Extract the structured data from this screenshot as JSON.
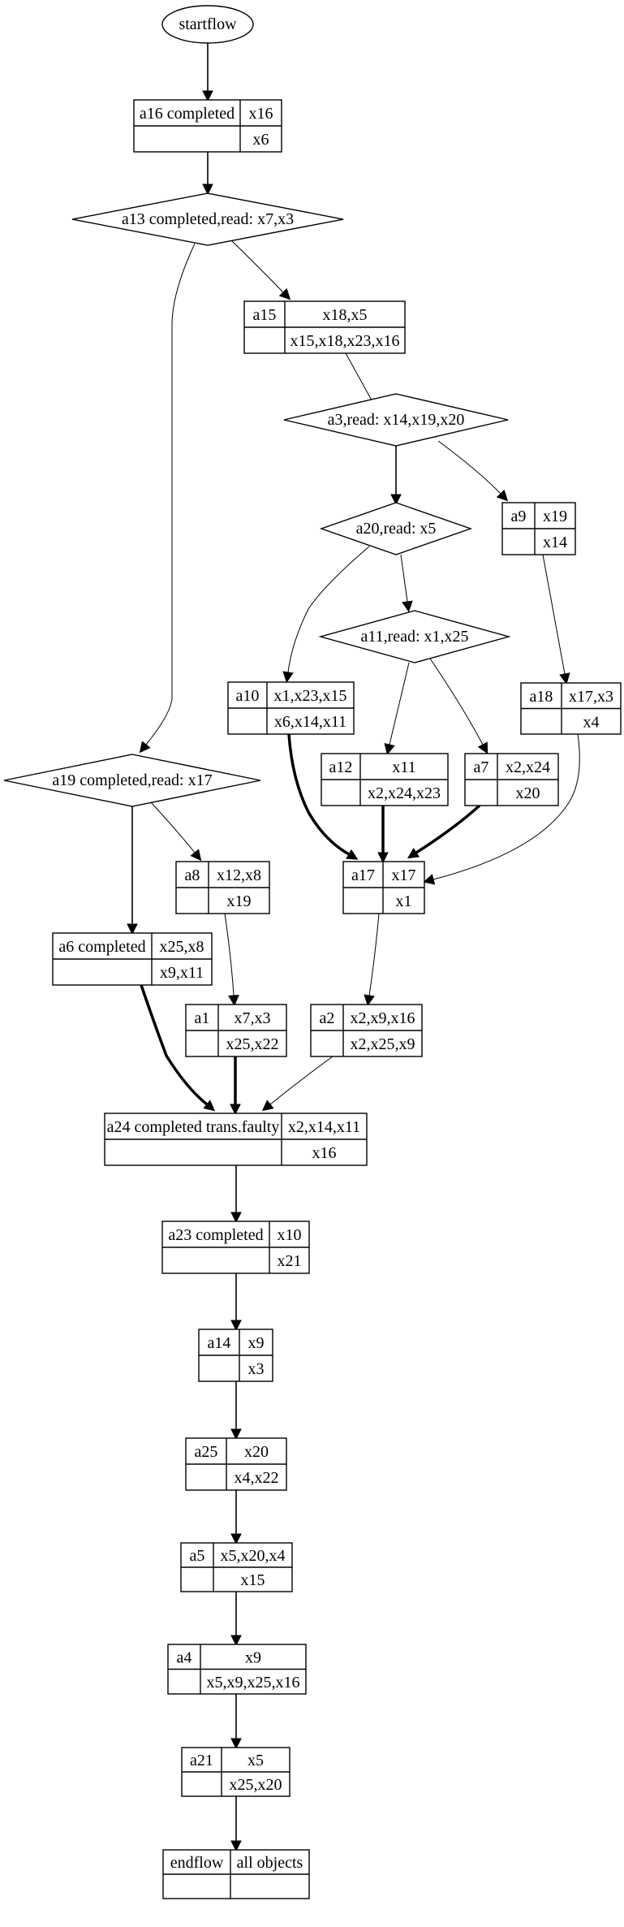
{
  "diagram": {
    "title": "workflow graph",
    "start": {
      "id": "startflow",
      "label": "startflow",
      "shape": "ellipse"
    },
    "decisions": [
      {
        "id": "a13",
        "label": "a13 completed,read: x7,x3"
      },
      {
        "id": "a3",
        "label": "a3,read: x14,x19,x20"
      },
      {
        "id": "a20",
        "label": "a20,read: x5"
      },
      {
        "id": "a11",
        "label": "a11,read: x1,x25"
      },
      {
        "id": "a19",
        "label": "a19 completed,read: x17"
      }
    ],
    "records": [
      {
        "id": "a16",
        "name": "a16 completed",
        "top": "x16",
        "bottom": "x6"
      },
      {
        "id": "a15",
        "name": "a15",
        "top": "x18,x5",
        "bottom": "x15,x18,x23,x16"
      },
      {
        "id": "a9",
        "name": "a9",
        "top": "x19",
        "bottom": "x14"
      },
      {
        "id": "a10",
        "name": "a10",
        "top": "x1,x23,x15",
        "bottom": "x6,x14,x11"
      },
      {
        "id": "a18",
        "name": "a18",
        "top": "x17,x3",
        "bottom": "x4"
      },
      {
        "id": "a12",
        "name": "a12",
        "top": "x11",
        "bottom": "x2,x24,x23"
      },
      {
        "id": "a7",
        "name": "a7",
        "top": "x2,x24",
        "bottom": "x20"
      },
      {
        "id": "a8",
        "name": "a8",
        "top": "x12,x8",
        "bottom": "x19"
      },
      {
        "id": "a17",
        "name": "a17",
        "top": "x17",
        "bottom": "x1"
      },
      {
        "id": "a6",
        "name": "a6 completed",
        "top": "x25,x8",
        "bottom": "x9,x11"
      },
      {
        "id": "a1",
        "name": "a1",
        "top": "x7,x3",
        "bottom": "x25,x22"
      },
      {
        "id": "a2",
        "name": "a2",
        "top": "x2,x9,x16",
        "bottom": "x2,x25,x9"
      },
      {
        "id": "a24",
        "name": "a24 completed trans.faulty",
        "top": "x2,x14,x11",
        "bottom": "x16"
      },
      {
        "id": "a23",
        "name": "a23 completed",
        "top": "x10",
        "bottom": "x21"
      },
      {
        "id": "a14",
        "name": "a14",
        "top": "x9",
        "bottom": "x3"
      },
      {
        "id": "a25",
        "name": "a25",
        "top": "x20",
        "bottom": "x4,x22"
      },
      {
        "id": "a5",
        "name": "a5",
        "top": "x5,x20,x4",
        "bottom": "x15"
      },
      {
        "id": "a4",
        "name": "a4",
        "top": "x9",
        "bottom": "x5,x9,x25,x16"
      },
      {
        "id": "a21",
        "name": "a21",
        "top": "x5",
        "bottom": "x25,x20"
      },
      {
        "id": "endflow",
        "name": "endflow",
        "top": "all objects",
        "bottom": ""
      }
    ],
    "edges": [
      {
        "from": "startflow",
        "to": "a16",
        "style": "normal"
      },
      {
        "from": "a16",
        "to": "a13",
        "style": "normal"
      },
      {
        "from": "a13",
        "to": "a15",
        "style": "thin"
      },
      {
        "from": "a13",
        "to": "a19",
        "style": "thin"
      },
      {
        "from": "a15",
        "to": "a3",
        "style": "thin"
      },
      {
        "from": "a3",
        "to": "a20",
        "style": "normal"
      },
      {
        "from": "a3",
        "to": "a9",
        "style": "thin"
      },
      {
        "from": "a20",
        "to": "a10",
        "style": "thin"
      },
      {
        "from": "a20",
        "to": "a11",
        "style": "thin"
      },
      {
        "from": "a9",
        "to": "a18",
        "style": "thin"
      },
      {
        "from": "a11",
        "to": "a12",
        "style": "thin"
      },
      {
        "from": "a11",
        "to": "a7",
        "style": "thin"
      },
      {
        "from": "a10",
        "to": "a17",
        "style": "bold"
      },
      {
        "from": "a12",
        "to": "a17",
        "style": "bold"
      },
      {
        "from": "a7",
        "to": "a17",
        "style": "bold"
      },
      {
        "from": "a18",
        "to": "a17",
        "style": "thin"
      },
      {
        "from": "a19",
        "to": "a6",
        "style": "normal"
      },
      {
        "from": "a19",
        "to": "a8",
        "style": "thin"
      },
      {
        "from": "a8",
        "to": "a1",
        "style": "thin"
      },
      {
        "from": "a17",
        "to": "a2",
        "style": "thin"
      },
      {
        "from": "a6",
        "to": "a24",
        "style": "bold"
      },
      {
        "from": "a1",
        "to": "a24",
        "style": "bold"
      },
      {
        "from": "a2",
        "to": "a24",
        "style": "thin"
      },
      {
        "from": "a24",
        "to": "a23",
        "style": "normal"
      },
      {
        "from": "a23",
        "to": "a14",
        "style": "normal"
      },
      {
        "from": "a14",
        "to": "a25",
        "style": "normal"
      },
      {
        "from": "a25",
        "to": "a5",
        "style": "normal"
      },
      {
        "from": "a5",
        "to": "a4",
        "style": "normal"
      },
      {
        "from": "a4",
        "to": "a21",
        "style": "normal"
      },
      {
        "from": "a21",
        "to": "endflow",
        "style": "normal"
      }
    ]
  }
}
